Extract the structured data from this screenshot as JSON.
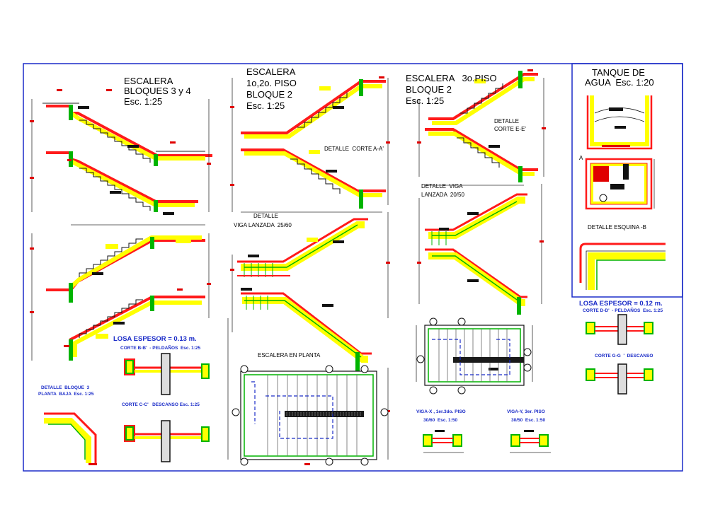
{
  "colors": {
    "frame": "#1b2cc8",
    "concrete": "#ffff00",
    "rebar": "#ff1a1a",
    "steel": "#00b400",
    "hatch": "#1a1a1a",
    "dim_marks": "#e00000"
  },
  "titles": {
    "escalera_bloques_line1": "ESCALERA",
    "escalera_bloques_line2": "BLOQUES 3 y 4",
    "escalera_bloques_line3": "Esc. 1:25",
    "escalera_piso_line1": "ESCALERA",
    "escalera_piso_line2": "1o,2o. PISO",
    "escalera_piso_line3": "BLOQUE 2",
    "escalera_piso_line4": "Esc. 1:25",
    "escalera_3o_line1": "ESCALERA   3o.PISO",
    "escalera_3o_line2": "BLOQUE 2",
    "escalera_3o_line3": "Esc. 1:25",
    "tanque_line1": "TANQUE DE",
    "tanque_line2": "AGUA  Esc. 1:20"
  },
  "labels": {
    "detalle_corte_a": "DETALLE  CORTE A-A'",
    "detalle_corte_e_line1": "DETALLE",
    "detalle_corte_e_line2": "CORTE E-E'",
    "detalle_viga_lanzada_line1": "DETALLE",
    "detalle_viga_lanzada_line2": "VIGA LANZADA  25/60",
    "detalle_viga_line1": "DETALLE  VIGA",
    "detalle_viga_line2": "LANZADA  20/50",
    "detalle_esquina": "DETALLE ESQUINA -B",
    "escalera_planta": "ESCALERA EN PLANTA",
    "losa_013": "LOSA ESPESOR = 0.13 m.",
    "losa_012": "LOSA ESPESOR = 0.12 m.",
    "corte_bb": "CORTE B-B'  - PELDAÑOS  Esc. 1:25",
    "corte_cc": "CORTE C-C'   DESCANSO Esc. 1:25",
    "corte_dd": "CORTE D-D'  - PELDAÑOS  Esc. 1:25",
    "corte_gg": "CORTE G-G  '  DESCANSO",
    "detalle_bloque_line1": "DETALLE  BLOQUE  3",
    "detalle_bloque_line2": "PLANTA  BAJA  Esc. 1:25",
    "viga_x_line1": "VIGA-X , 1er.3do. PISO",
    "viga_x_line2": "30/60  Esc. 1:50",
    "viga_y_line1": "VIGA-Y, 3er. PISO",
    "viga_y_line2": "30/50  Esc. 1:50",
    "tanque_a": "A"
  }
}
